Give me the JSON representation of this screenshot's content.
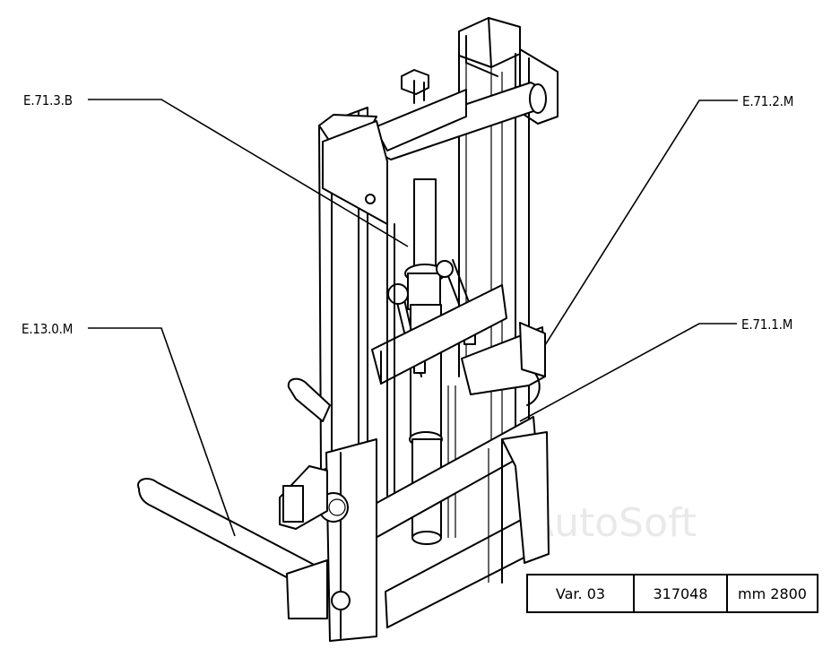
{
  "callouts": [
    {
      "id": "e7138",
      "text": "E.71.3.B"
    },
    {
      "id": "e7120",
      "text": "E.71.2.M"
    },
    {
      "id": "e1300",
      "text": "E.13.0.M"
    },
    {
      "id": "e7110",
      "text": "E.71.1.M"
    }
  ],
  "watermark": "AutoSoft",
  "info": {
    "variant": "Var. 03",
    "part_number": "317048",
    "height": "mm 2800"
  }
}
